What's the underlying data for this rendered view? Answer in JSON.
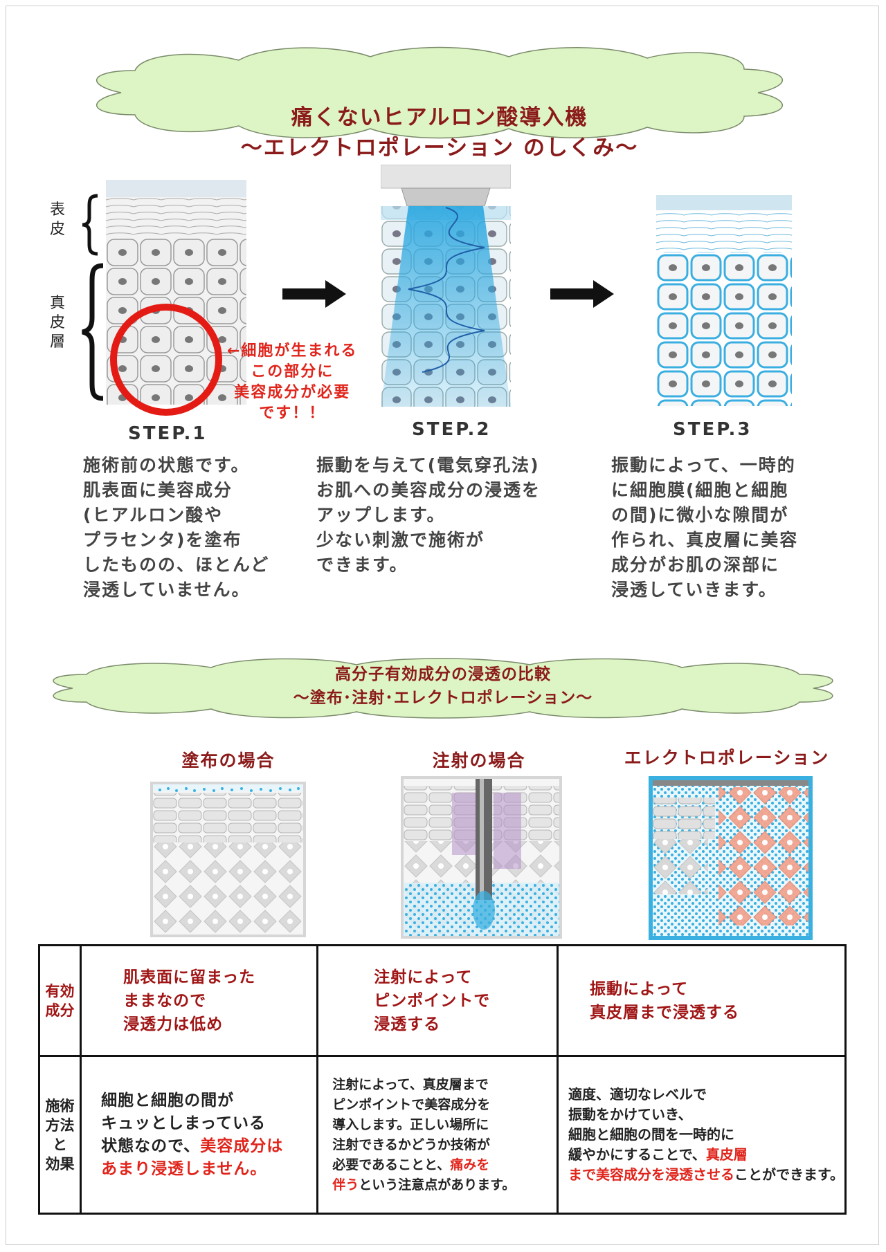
{
  "header1": {
    "line1": "痛くないヒアルロン酸導入機",
    "line2": "～エレクトロポレーション のしくみ～"
  },
  "labels": {
    "epidermis": [
      "表",
      "皮"
    ],
    "dermis": [
      "真",
      "皮",
      "層"
    ]
  },
  "callout": "←細胞が生まれる\nこの部分に\n美容成分が必要\nです！！",
  "steps": [
    {
      "label": "STEP.1",
      "text": "施術前の状態です。\n肌表面に美容成分\n(ヒアルロン酸や\nプラセンタ)を塗布\nしたものの、ほとんど\n浸透していません。"
    },
    {
      "label": "STEP.2",
      "text": "振動を与えて(電気穿孔法)\nお肌への美容成分の浸透を\nアップします。\n少ない刺激で施術が\nできます。"
    },
    {
      "label": "STEP.3",
      "text": "振動によって、一時的\nに細胞膜(細胞と細胞\nの間)に微小な隙間が\n作られ、真皮層に美容\n成分がお肌の深部に\n浸透していきます。"
    }
  ],
  "header2": {
    "line1": "高分子有効成分の浸透の比較",
    "line2": "～塗布･注射･エレクトロポレーション～"
  },
  "methods": [
    "塗布の場合",
    "注射の場合",
    "エレクトロポレーション"
  ],
  "table": {
    "row1_head": [
      "有効",
      "成分"
    ],
    "row1": [
      "肌表面に留まった\nままなので\n浸透力は低め",
      "注射によって\nピンポイントで\n浸透する",
      "振動によって\n真皮層まで浸透する"
    ],
    "row2_head": [
      "施術",
      "方法",
      "と",
      "効果"
    ],
    "row2": {
      "c1_a": "細胞と細胞の間が\nキュッとしまっている\n状態なので、",
      "c1_red": "美容成分は\nあまり浸透しません。",
      "c2_a": "注射によって、真皮層まで\nピンポイントで美容成分を\n導入します。正しい場所に\n注射できるかどうか技術が\n必要であることと、",
      "c2_red": "痛みを\n伴う",
      "c2_b": "という注意点があります。",
      "c3_a": "適度、適切なレベルで\n振動をかけていき、\n細胞と細胞の間を一時的に\n緩やかにすることで、",
      "c3_red": "真皮層\nまで美容成分を浸透させる",
      "c3_b": "ことができます。"
    }
  },
  "colors": {
    "title": "#8b1a1a",
    "accent_red": "#e0241b",
    "cloud": "#ddf5c4",
    "blue": "#3ab0e0"
  }
}
